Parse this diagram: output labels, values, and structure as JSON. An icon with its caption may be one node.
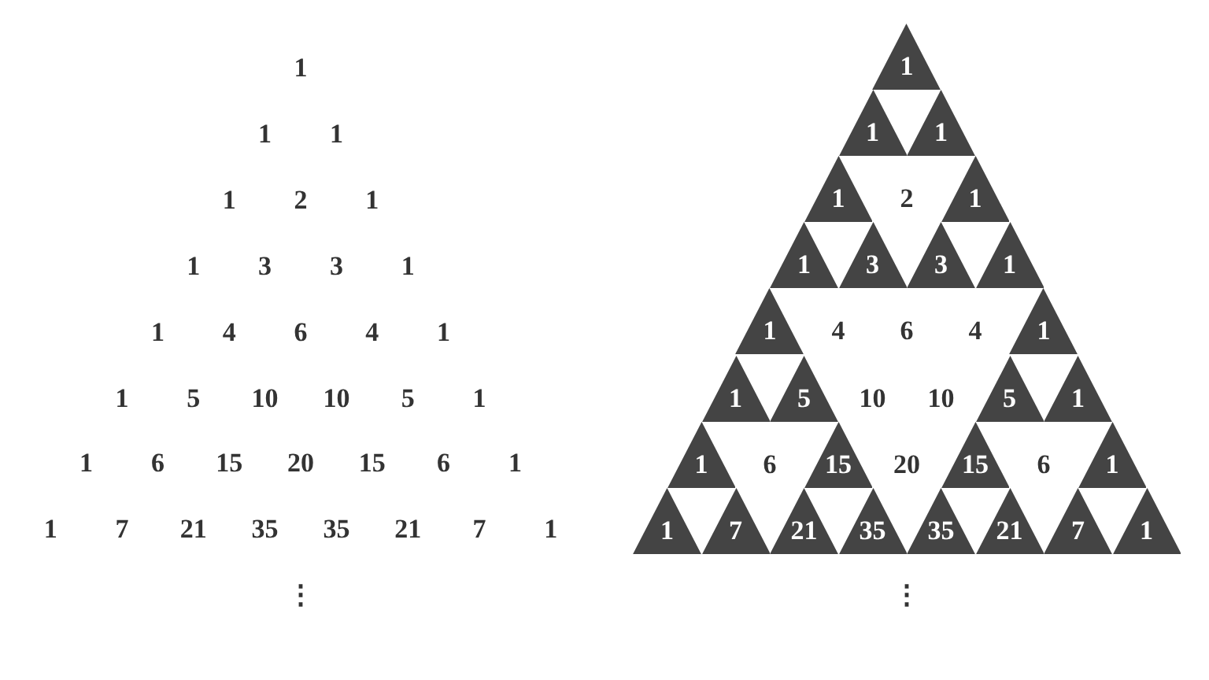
{
  "diagram": {
    "nodes": [
      {
        "text": [
          "1"
        ]
      },
      {
        "text": [
          "1"
        ]
      },
      {
        "text": [
          "1"
        ]
      },
      {
        "text": [
          "1"
        ]
      },
      {
        "text": [
          "1"
        ]
      },
      {
        "text": [
          "1"
        ]
      },
      {
        "text": [
          "3"
        ]
      },
      {
        "text": [
          "3"
        ]
      },
      {
        "text": [
          "1"
        ]
      },
      {
        "text": [
          "1"
        ]
      },
      {
        "text": [
          "1"
        ]
      },
      {
        "text": [
          "1"
        ]
      },
      {
        "text": [
          "5"
        ]
      },
      {
        "text": [
          "5"
        ]
      },
      {
        "text": [
          "1"
        ]
      },
      {
        "text": [
          "1"
        ]
      },
      {
        "text": [
          "15"
        ]
      },
      {
        "text": [
          "15"
        ]
      },
      {
        "text": [
          "1"
        ]
      },
      {
        "text": [
          "1"
        ]
      },
      {
        "text": [
          "7"
        ]
      },
      {
        "text": [
          "21"
        ]
      },
      {
        "text": [
          "35"
        ]
      },
      {
        "text": [
          "35"
        ]
      },
      {
        "text": [
          "21"
        ]
      },
      {
        "text": [
          "7"
        ]
      },
      {
        "text": [
          "1"
        ]
      }
    ],
    "labels": [
      "1",
      "1",
      "1",
      "1",
      "2",
      "1",
      "1",
      "3",
      "3",
      "1",
      "1",
      "4",
      "6",
      "4",
      "1",
      "1",
      "5",
      "10",
      "10",
      "5",
      "1",
      "1",
      "6",
      "15",
      "20",
      "15",
      "6",
      "1",
      "1",
      "7",
      "21",
      "35",
      "35",
      "21",
      "7",
      "1",
      "⋮",
      "2",
      "4",
      "6",
      "4",
      "10",
      "10",
      "6",
      "20",
      "6",
      "⋮"
    ]
  }
}
